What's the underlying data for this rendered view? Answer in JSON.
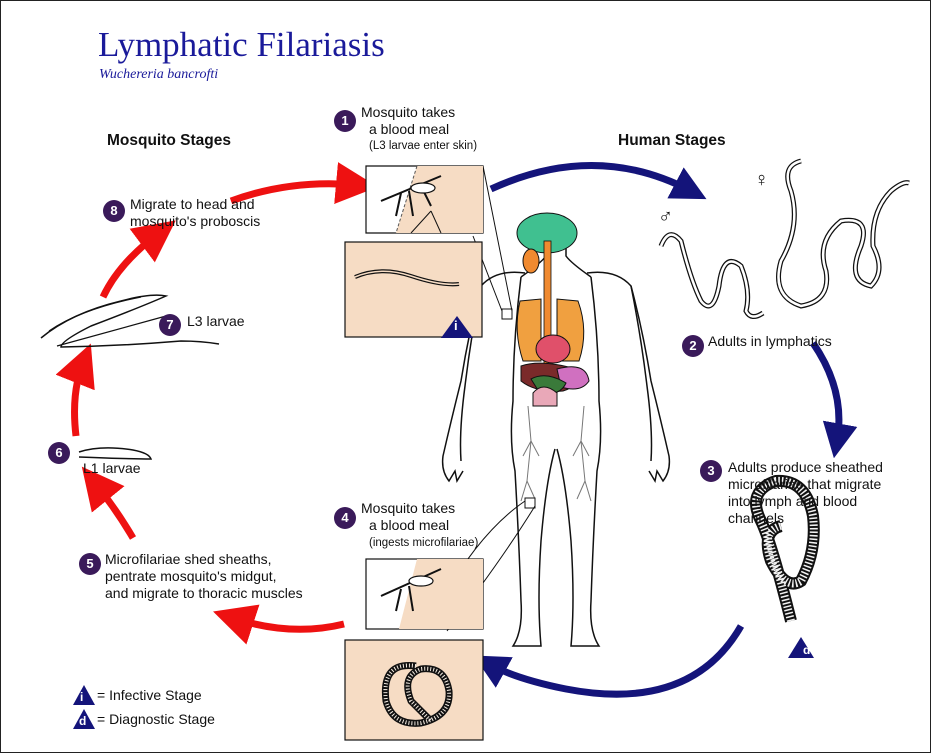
{
  "title": "Lymphatic Filariasis",
  "subtitle": "Wuchereria bancrofti",
  "headers": {
    "mosquito": "Mosquito Stages",
    "human": "Human Stages"
  },
  "steps": [
    {
      "num": "1",
      "lines": [
        "Mosquito takes",
        "a blood meal"
      ],
      "note": "(L3 larvae enter skin)"
    },
    {
      "num": "2",
      "lines": [
        "Adults in lymphatics"
      ]
    },
    {
      "num": "3",
      "lines": [
        "Adults produce sheathed",
        "microfilariae that migrate",
        "into lymph and blood",
        "channels"
      ]
    },
    {
      "num": "4",
      "lines": [
        "Mosquito takes",
        "a blood meal"
      ],
      "note": "(ingests microfilariae)"
    },
    {
      "num": "5",
      "lines": [
        "Microfilariae shed sheaths,",
        "pentrate mosquito's midgut,",
        "and migrate to thoracic muscles"
      ]
    },
    {
      "num": "6",
      "lines": [
        "L1 larvae"
      ]
    },
    {
      "num": "7",
      "lines": [
        "L3 larvae"
      ]
    },
    {
      "num": "8",
      "lines": [
        "Migrate to head and",
        "mosquito's proboscis"
      ]
    }
  ],
  "sex_symbols": {
    "male": "♂",
    "female": "♀"
  },
  "legend": [
    {
      "letter": "i",
      "label": "= Infective Stage"
    },
    {
      "letter": "d",
      "label": "= Diagnostic Stage"
    }
  ],
  "colors": {
    "red_arrow": "#ee1111",
    "blue_arrow": "#14147a",
    "badge": "#3a1a5a",
    "title": "#1a1a9a",
    "panel": "#f6dcc4"
  }
}
